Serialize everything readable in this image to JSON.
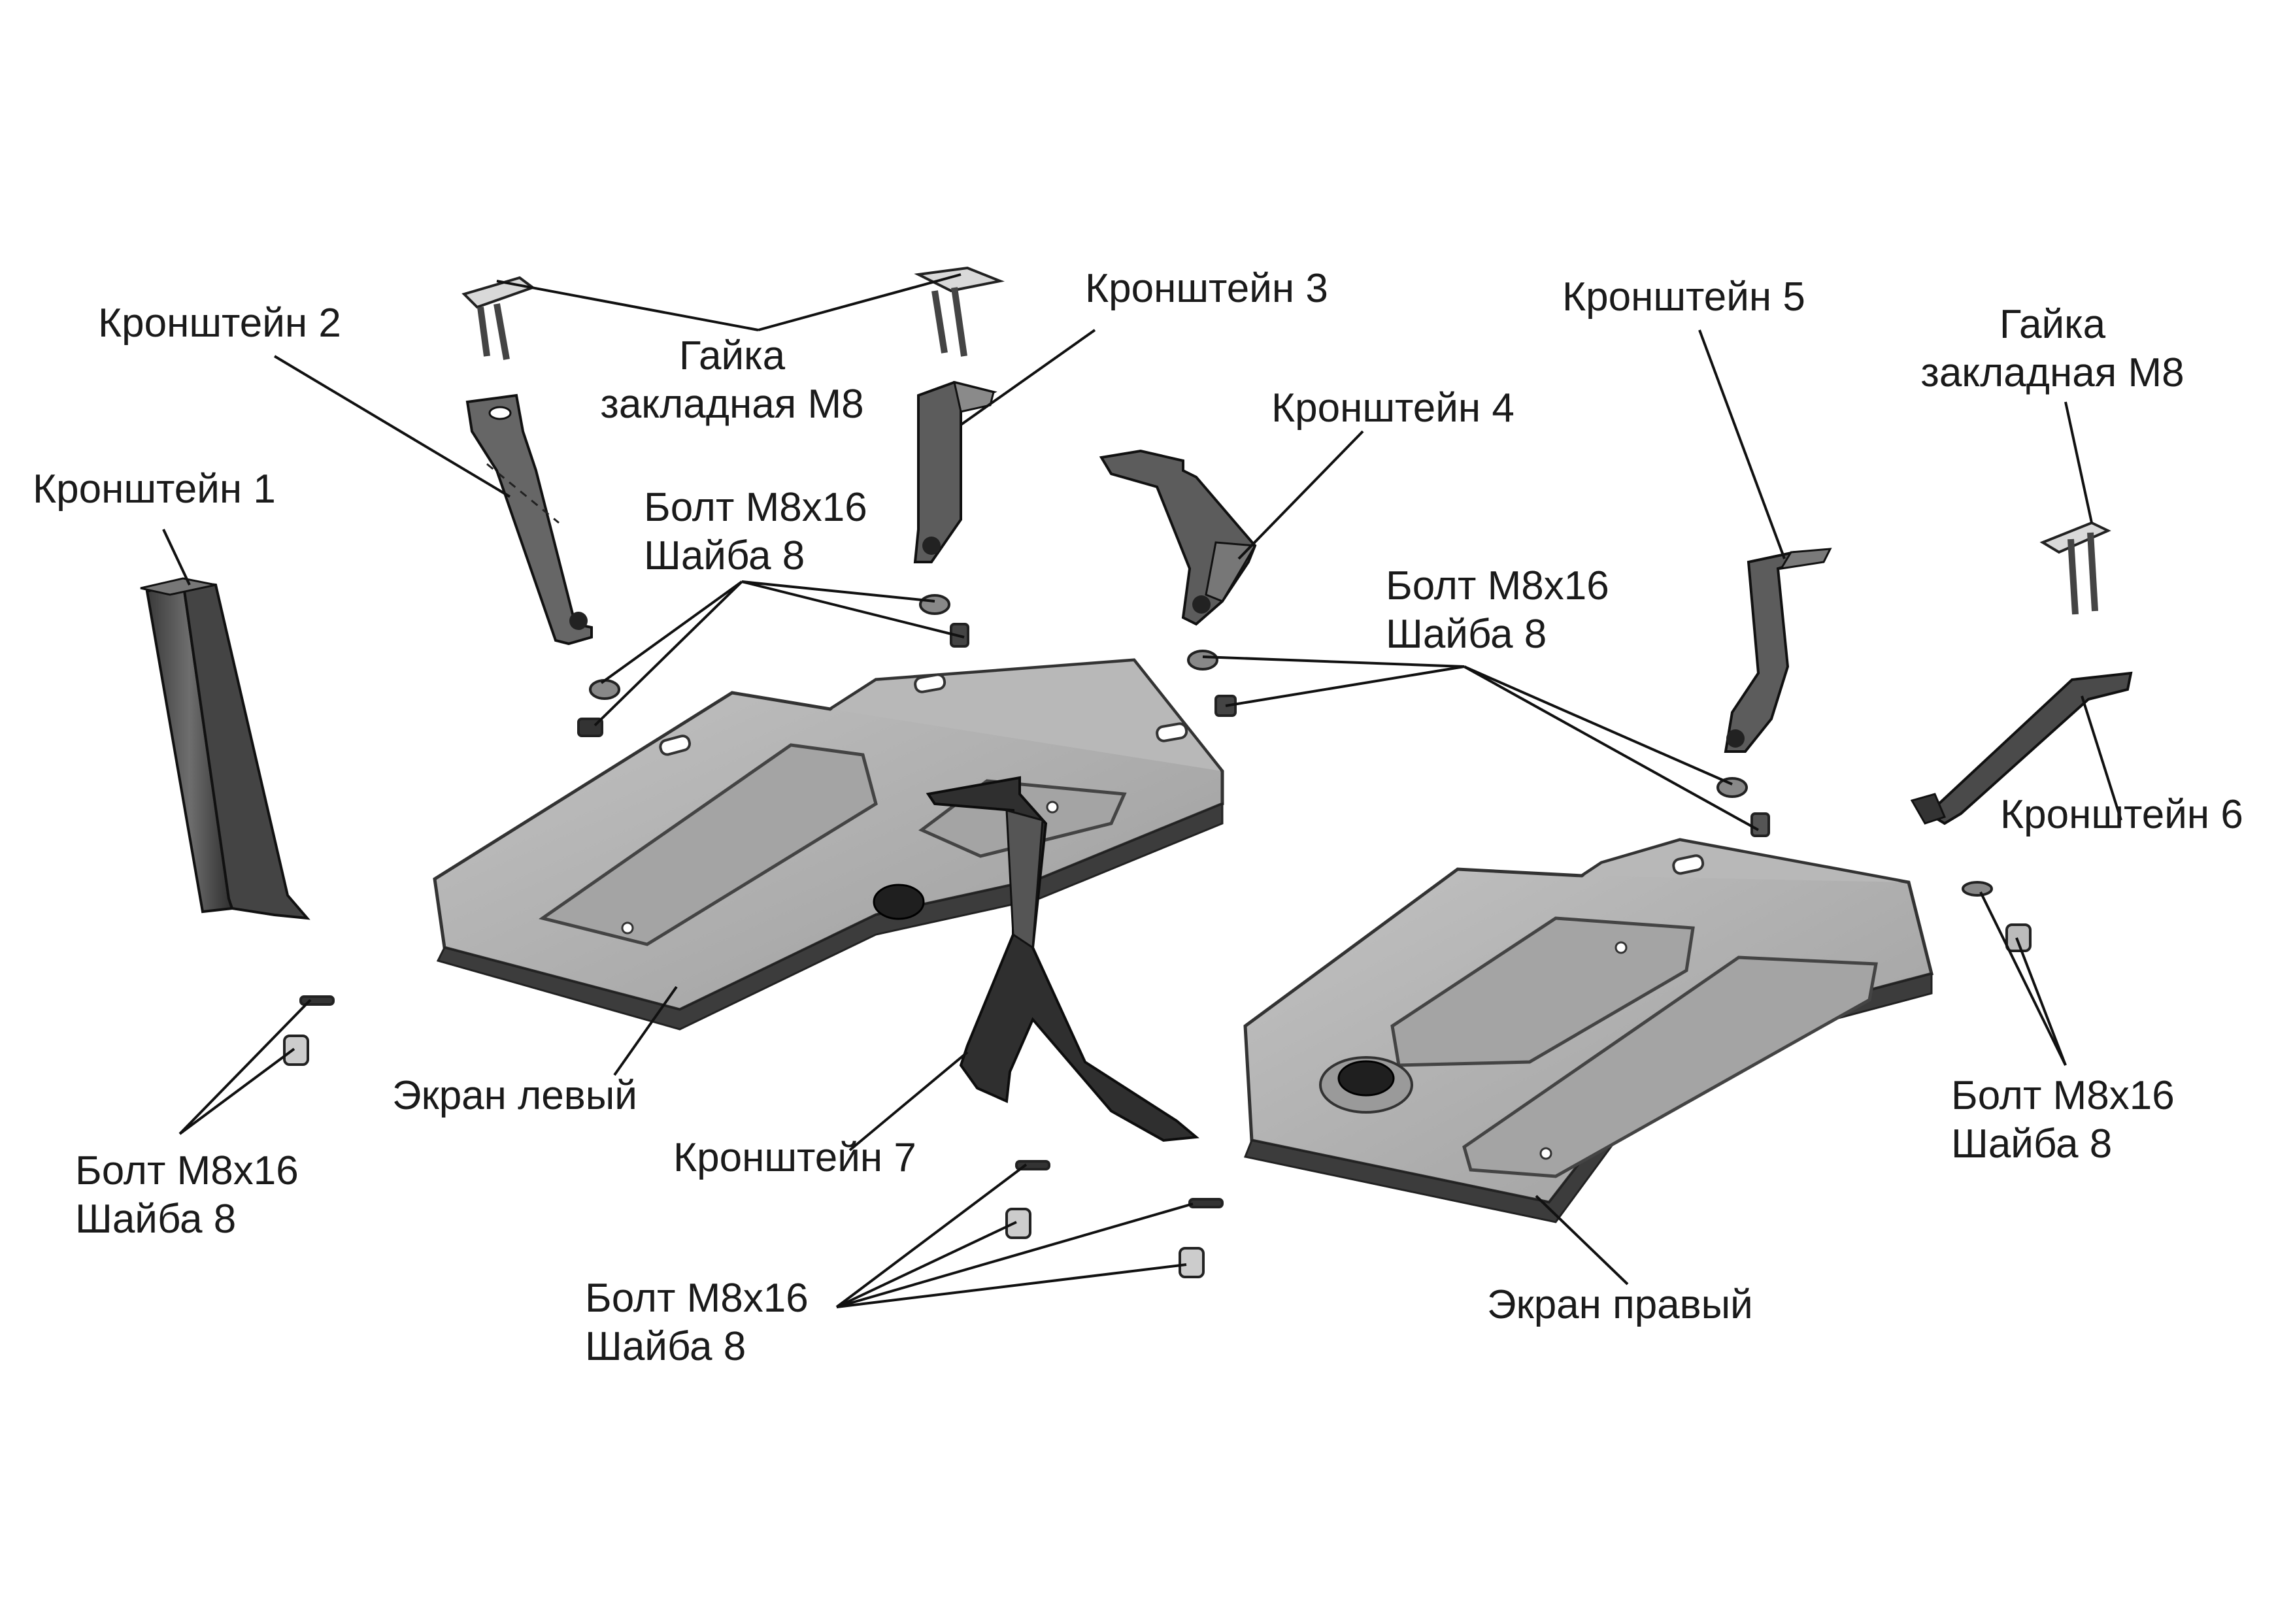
{
  "labels": {
    "bracket_1": "Кронштейн 1",
    "bracket_2": "Кронштейн 2",
    "bracket_3": "Кронштейн 3",
    "bracket_4": "Кронштейн 4",
    "bracket_5": "Кронштейн 5",
    "bracket_6": "Кронштейн 6",
    "bracket_7": "Кронштейн 7",
    "nut_top": {
      "line1": "Гайка",
      "line2": "закладная М8"
    },
    "nut_right": {
      "line1": "Гайка",
      "line2": "закладная М8"
    },
    "bolt_top": {
      "line1": "Болт М8х16",
      "line2": "Шайба 8"
    },
    "bolt_mid": {
      "line1": "Болт М8х16",
      "line2": "Шайба 8"
    },
    "bolt_left": {
      "line1": "Болт М8х16",
      "line2": "Шайба 8"
    },
    "bolt_bottom": {
      "line1": "Болт М8х16",
      "line2": "Шайба 8"
    },
    "bolt_right": {
      "line1": "Болт М8х16",
      "line2": "Шайба 8"
    },
    "screen_left": "Экран левый",
    "screen_right": "Экран правый"
  },
  "colors": {
    "plate_fill": "#a9a9a9",
    "plate_top": "#bdbdbd",
    "plate_dark": "#3c3c3c",
    "bracket_fill": "#5a5a5a",
    "bracket_dark": "#2b2b2b",
    "leader_line": "#111111"
  }
}
